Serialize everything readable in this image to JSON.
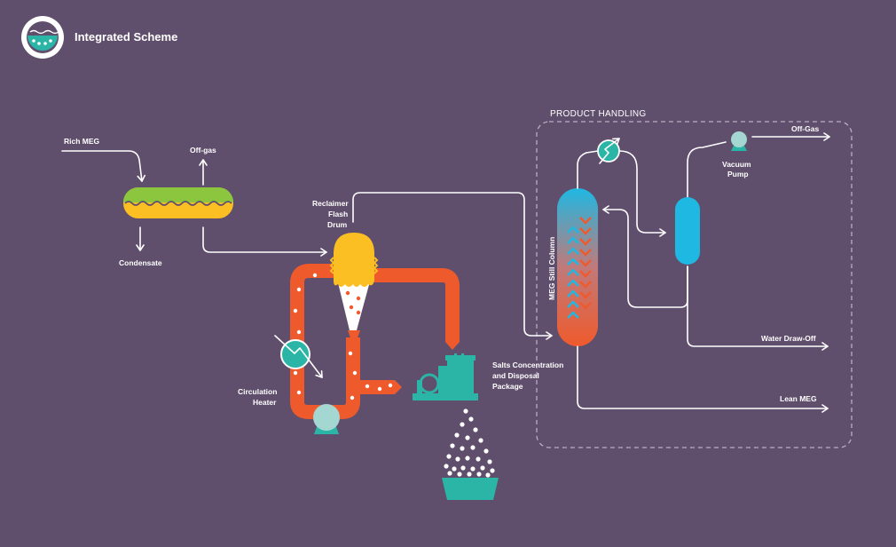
{
  "header": {
    "title": "Integrated Scheme",
    "logo_icon": "flask-drops-icon"
  },
  "section": {
    "product_handling": "PRODUCT HANDLING"
  },
  "labels": {
    "rich_meg": "Rich MEG",
    "off_gas_left": "Off-gas",
    "condensate": "Condensate",
    "reclaimer_flash_drum": [
      "Reclaimer",
      "Flash",
      "Drum"
    ],
    "circulation_heater": [
      "Circulation",
      "Heater"
    ],
    "salts_package": [
      "Salts Concentration",
      "and Disposal",
      "Package"
    ],
    "meg_still_column": "MEG Still Column",
    "vacuum_pump": [
      "Vacuum",
      "Pump"
    ],
    "off_gas_right": "Off-Gas",
    "water_draw_off": "Water Draw-Off",
    "lean_meg": "Lean MEG"
  },
  "colors": {
    "background": "#5f4e6c",
    "teal": "#2bb5a6",
    "orange": "#ef5a2c",
    "yellow": "#fbbf24",
    "green": "#8cc63f",
    "blue": "#1fb8e3",
    "white": "#ffffff"
  }
}
